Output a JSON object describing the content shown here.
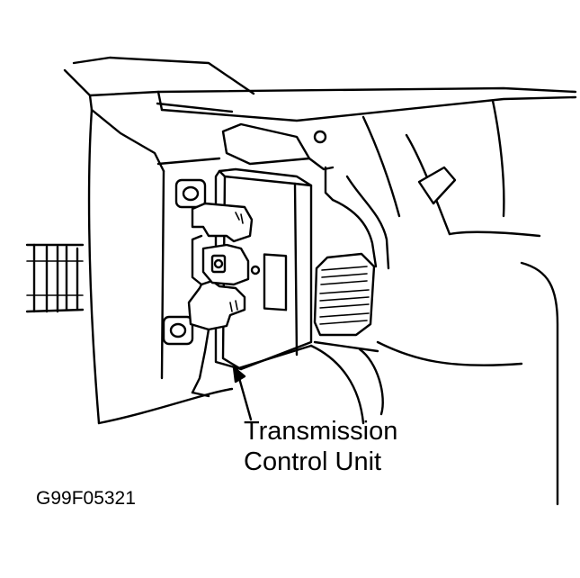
{
  "callout": {
    "line1": "Transmission",
    "line2": "Control Unit"
  },
  "figure_code": "G99F05321",
  "colors": {
    "line": "#000000",
    "background": "#ffffff"
  }
}
